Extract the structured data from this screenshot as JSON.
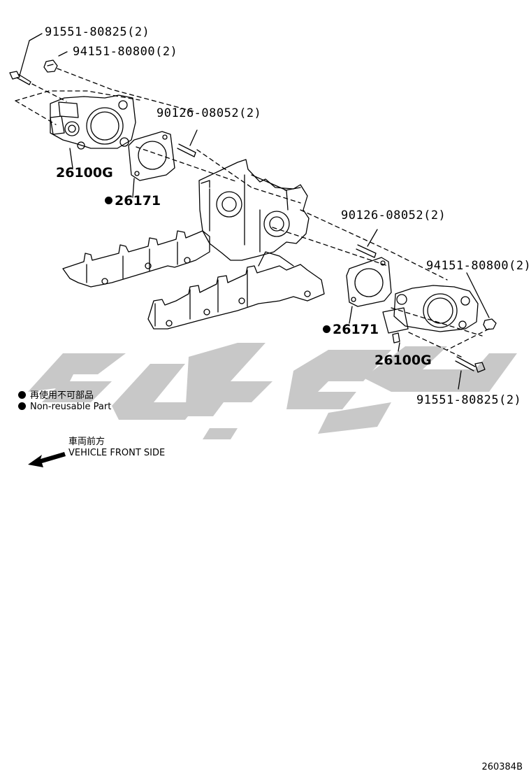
{
  "parts": {
    "bolt_top": "91551-80825(2)",
    "nut_top": "94151-80800(2)",
    "stud_top": "90126-08052(2)",
    "throttle_left": "26100G",
    "gasket_left": "26171",
    "stud_right": "90126-08052(2)",
    "nut_right": "94151-80800(2)",
    "gasket_right": "26171",
    "throttle_right": "26100G",
    "bolt_bottom": "91551-80825(2)"
  },
  "legend": {
    "line1": "再使用不可部品",
    "line2": "Non-reusable Part"
  },
  "front": {
    "jp": "車両前方",
    "en": "VEHICLE FRONT SIDE"
  },
  "diagram_code": "260384B",
  "watermark_color": "#c8c8c8"
}
